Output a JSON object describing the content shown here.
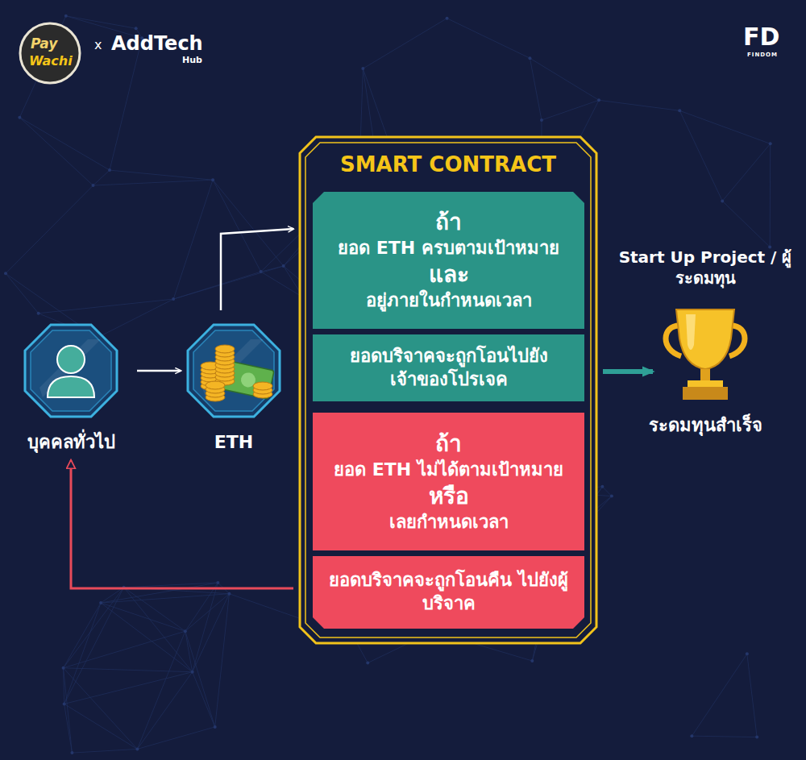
{
  "diagram": {
    "nodes": [
      {
        "text": [
          "บุคคลทั่วไป"
        ]
      },
      {
        "text": [
          "ETH"
        ]
      },
      {
        "text": [
          "SMART CONTRACT"
        ]
      },
      {
        "text": [
          "ถ้า",
          "ยอด ETH ครบตามเป้าหมาย",
          "และ",
          "อยู่ภายในกำหนดเวลา"
        ],
        "in": 2
      },
      {
        "text": [
          "ยอดบริจาคจะถูกโอนไปยัง เจ้าของโปรเจค"
        ],
        "in": 2
      },
      {
        "text": [
          "ถ้า",
          "ยอด ETH ไม่ได้ตามเป้าหมาย",
          "หรือ",
          "เลยกำหนดเวลา"
        ],
        "in": 2
      },
      {
        "text": [
          "ยอดบริจาคจะถูกโอนคืน ไปยังผู้บริจาค"
        ],
        "in": 2
      },
      {
        "text": [
          "Start Up Project / ผู้ระดมทุน",
          "ระดมทุนสำเร็จ"
        ]
      }
    ],
    "edges": [
      {
        "from": 0,
        "to": 1,
        "arrow": "to"
      },
      {
        "from": 1,
        "to": 2,
        "arrow": "to"
      },
      {
        "from": 2,
        "to": 7,
        "arrow": "to"
      },
      {
        "from": 2,
        "to": 0,
        "arrow": "to"
      }
    ],
    "labels": [
      "Pay",
      "Wachi",
      "x",
      "AddTech",
      "Hub",
      "FD",
      "FINDOM"
    ]
  }
}
